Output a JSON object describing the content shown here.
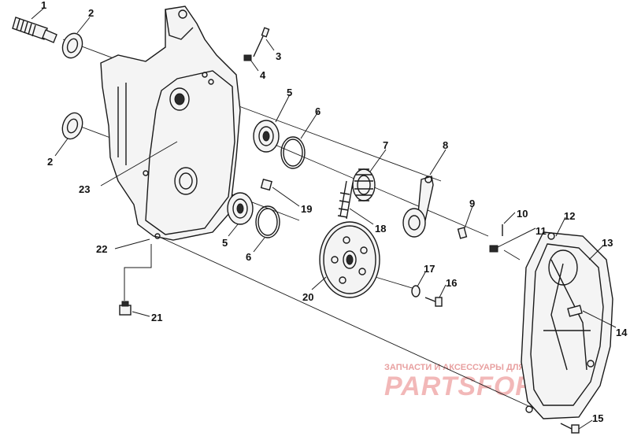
{
  "callouts": [
    {
      "id": "c1",
      "text": "1"
    },
    {
      "id": "c2a",
      "text": "2"
    },
    {
      "id": "c2b",
      "text": "2"
    },
    {
      "id": "c3",
      "text": "3"
    },
    {
      "id": "c4",
      "text": "4"
    },
    {
      "id": "c5a",
      "text": "5"
    },
    {
      "id": "c5b",
      "text": "5"
    },
    {
      "id": "c6a",
      "text": "6"
    },
    {
      "id": "c6b",
      "text": "6"
    },
    {
      "id": "c7",
      "text": "7"
    },
    {
      "id": "c8",
      "text": "8"
    },
    {
      "id": "c9",
      "text": "9"
    },
    {
      "id": "c10",
      "text": "10"
    },
    {
      "id": "c11",
      "text": "11"
    },
    {
      "id": "c12",
      "text": "12"
    },
    {
      "id": "c13",
      "text": "13"
    },
    {
      "id": "c14",
      "text": "14"
    },
    {
      "id": "c15",
      "text": "15"
    },
    {
      "id": "c16",
      "text": "16"
    },
    {
      "id": "c17",
      "text": "17"
    },
    {
      "id": "c18",
      "text": "18"
    },
    {
      "id": "c19",
      "text": "19"
    },
    {
      "id": "c20",
      "text": "20"
    },
    {
      "id": "c21",
      "text": "21"
    },
    {
      "id": "c22",
      "text": "22"
    },
    {
      "id": "c23",
      "text": "23"
    }
  ],
  "watermark": {
    "tagline": "ЗАПЧАСТИ И АКСЕССУАРЫ ДЛЯ МОТОТЕХНИКИ",
    "brand": "PARTSFOR.RU"
  }
}
